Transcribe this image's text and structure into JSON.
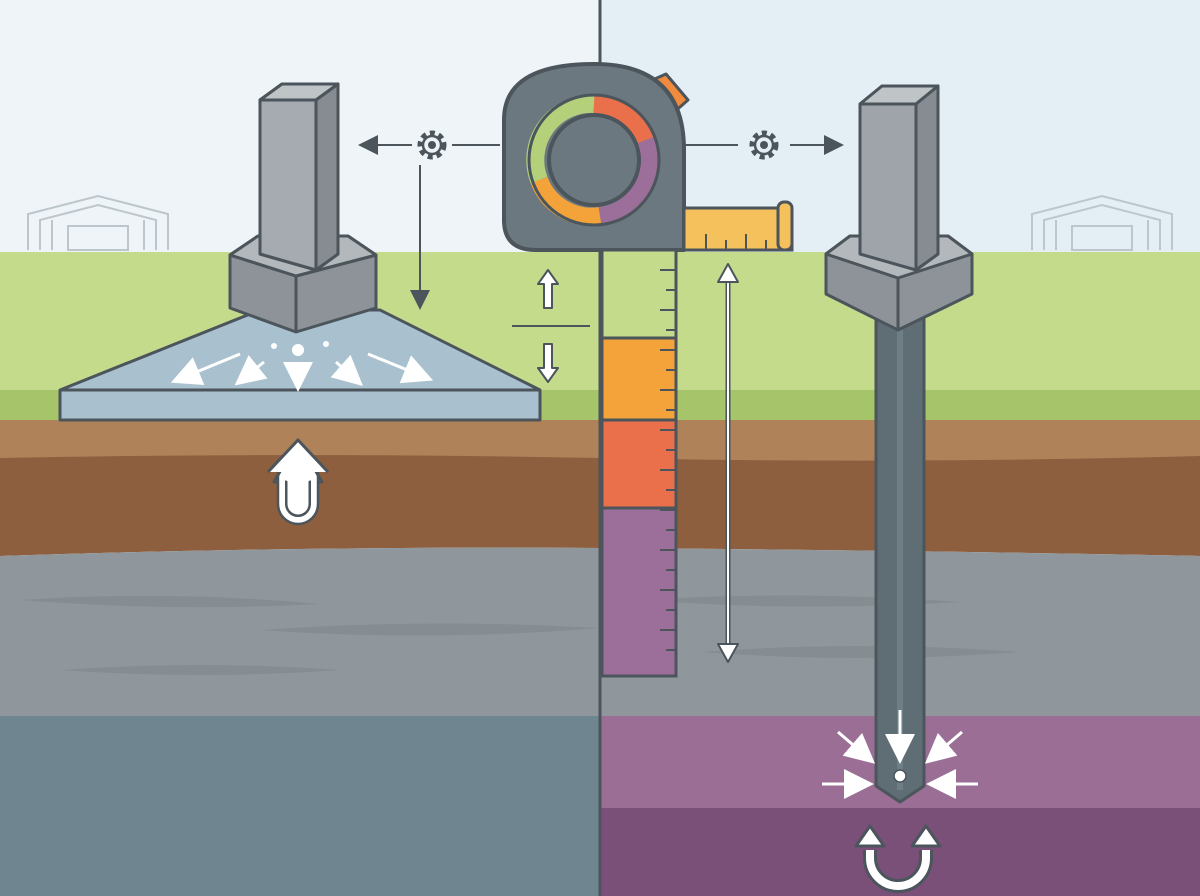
{
  "diagram": {
    "title": "",
    "left_panel": {
      "foundation": "shallow-spread-footing",
      "load_direction": "down",
      "load_spread": "distributed-laterally",
      "soil_reaction": "upward-bearing"
    },
    "right_panel": {
      "foundation": "deep-pile",
      "load_direction": "down",
      "soil_reaction": "end-bearing-and-confinement",
      "bearing_layer": "dense-stratum"
    },
    "center": {
      "tool": "tape-measure-icon",
      "gauge_segments": [
        "green",
        "orange",
        "red-orange",
        "purple"
      ]
    },
    "icons": [
      "gear-icon",
      "gear-icon",
      "tape-measure-icon",
      "u-turn-arrow-icon",
      "u-turn-arrow-icon"
    ],
    "colors": {
      "sky_left": "#eef4f8",
      "sky_right": "#e4eef5",
      "grass": "#c4db8c",
      "grass_dark": "#a6c46a",
      "topsoil": "#b0825a",
      "subsoil": "#8e5f3e",
      "clay": "#8f979c",
      "bedrock_left": "#6f858f",
      "bearing_layer": "#9b6f95",
      "bearing_layer_dark": "#7a5079",
      "concrete": "#9ea4a9",
      "slab": "#a9c1cf",
      "outline": "#4b555b",
      "gauge_green": "#b4d07a",
      "gauge_orange": "#f3a33a",
      "gauge_red": "#e9704a",
      "gauge_purple": "#9c6f9a",
      "tape_yellow": "#f5c15d"
    }
  }
}
